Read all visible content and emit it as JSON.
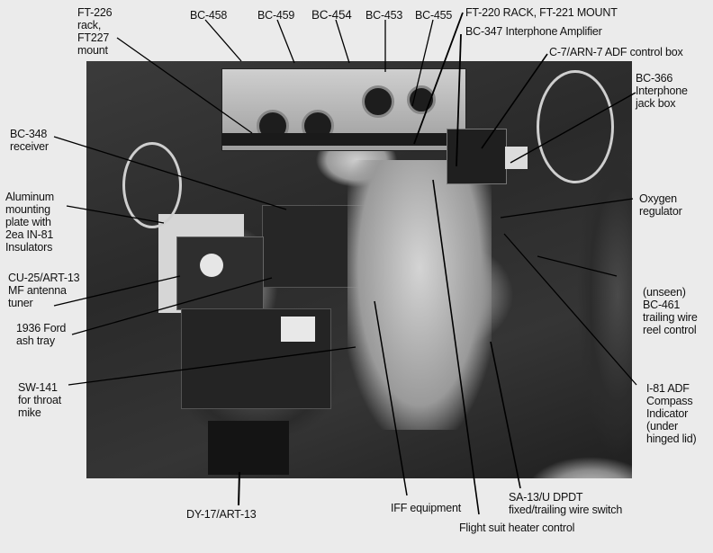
{
  "figure": {
    "description": "Annotated photograph of a B-17 radio operator station",
    "labels": {
      "ft226": "FT-226\nrack,\nFT227\nmount",
      "bc458": "BC-458",
      "bc459": "BC-459",
      "bc454": "BC-454",
      "bc453": "BC-453",
      "bc455": "BC-455",
      "ft220": "FT-220 RACK, FT-221 MOUNT",
      "bc347": "BC-347 Interphone Amplifier",
      "c7arn7": "C-7/ARN-7 ADF control box",
      "bc366": "BC-366\nInterphone\njack box",
      "bc348": "BC-348\nreceiver",
      "aluminum_plate": "Aluminum\nmounting\nplate with\n2ea IN-81\nInsulators",
      "cu25": "CU-25/ART-13\nMF antenna\ntuner",
      "ashtray": "1936 Ford\nash tray",
      "sw141": "SW-141\nfor throat\nmike",
      "oxygen": "Oxygen\nregulator",
      "bc461": "(unseen)\nBC-461\ntrailing wire\nreel control",
      "i81": "I-81 ADF\nCompass\nIndicator\n(under\nhinged lid)",
      "dy17": "DY-17/ART-13",
      "iff": "IFF equipment",
      "sa13": "SA-13/U DPDT\nfixed/trailing wire switch",
      "heater": "Flight suit heater control"
    },
    "colors": {
      "background": "#ebebeb",
      "text": "#111111",
      "leader_lines": "#000000"
    }
  }
}
